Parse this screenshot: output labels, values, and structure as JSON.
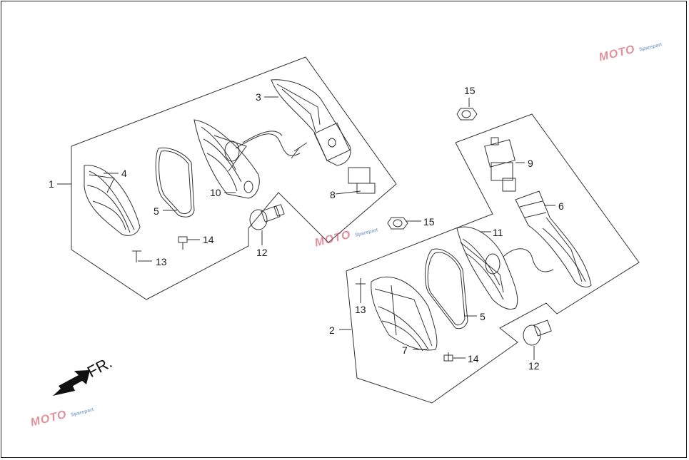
{
  "callouts": [
    {
      "id": "c1",
      "text": "1"
    },
    {
      "id": "c4",
      "text": "4"
    },
    {
      "id": "c5a",
      "text": "5"
    },
    {
      "id": "c10",
      "text": "10"
    },
    {
      "id": "c3",
      "text": "3"
    },
    {
      "id": "c8",
      "text": "8"
    },
    {
      "id": "c14a",
      "text": "14"
    },
    {
      "id": "c13a",
      "text": "13"
    },
    {
      "id": "c12a",
      "text": "12"
    },
    {
      "id": "c15a",
      "text": "15"
    },
    {
      "id": "c15b",
      "text": "15"
    },
    {
      "id": "c9",
      "text": "9"
    },
    {
      "id": "c6",
      "text": "6"
    },
    {
      "id": "c11",
      "text": "11"
    },
    {
      "id": "c13b",
      "text": "13"
    },
    {
      "id": "c5b",
      "text": "5"
    },
    {
      "id": "c2",
      "text": "2"
    },
    {
      "id": "c7",
      "text": "7"
    },
    {
      "id": "c14b",
      "text": "14"
    },
    {
      "id": "c12b",
      "text": "12"
    }
  ],
  "direction_label": "FR.",
  "watermark": {
    "text": "MOTO",
    "subtext": "Sparepart"
  },
  "colors": {
    "line": "#333333",
    "watermark_red": "#c9374a",
    "watermark_blue": "#2d5fa8"
  }
}
